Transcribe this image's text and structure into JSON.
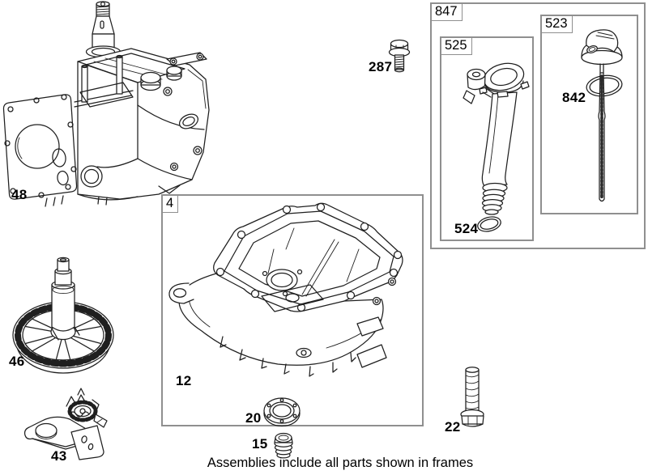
{
  "diagram": {
    "caption": "Assemblies include all parts shown in frames",
    "colors": {
      "background": "#ffffff",
      "line_art": "#1f1f1f",
      "frame_border": "#8f8f8f",
      "label_text": "#000000"
    },
    "frames": {
      "f4": {
        "label": "4"
      },
      "f847": {
        "label": "847"
      },
      "f525": {
        "label": "525"
      },
      "f523": {
        "label": "523"
      }
    },
    "part_labels": {
      "p48": {
        "label": "48"
      },
      "p46": {
        "label": "46"
      },
      "p43": {
        "label": "43"
      },
      "p12": {
        "label": "12"
      },
      "p20": {
        "label": "20"
      },
      "p15": {
        "label": "15"
      },
      "p287": {
        "label": "287"
      },
      "p22": {
        "label": "22"
      },
      "p524": {
        "label": "524"
      },
      "p842": {
        "label": "842"
      }
    }
  }
}
